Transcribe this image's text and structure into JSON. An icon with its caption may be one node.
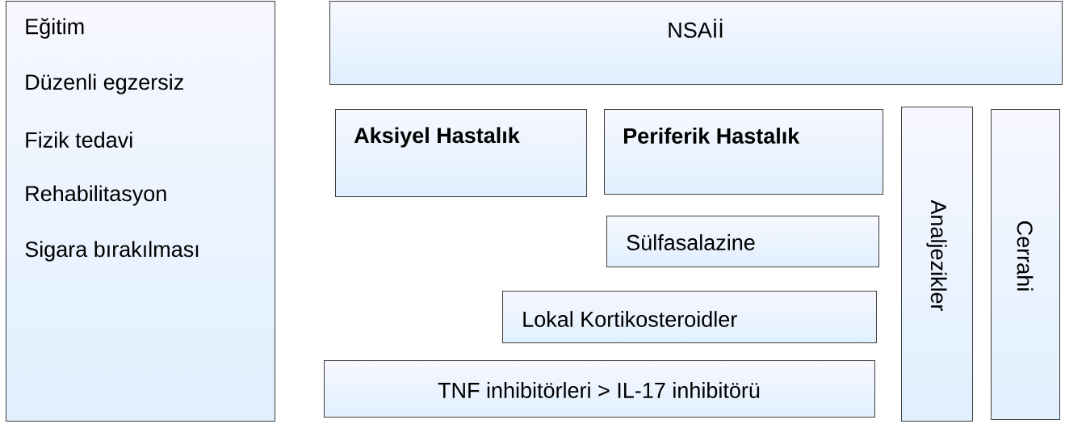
{
  "diagram": {
    "nodes": [
      {
        "text": [
          "Eğitim",
          "Düzenli egzersiz",
          "Fizik tedavi",
          "Rehabilitasyon",
          "Sigara bırakılması"
        ]
      },
      {
        "text": [
          "NSAİİ"
        ]
      },
      {
        "text": [
          "Aksiyel Hastalık"
        ]
      },
      {
        "text": [
          "Periferik Hastalık"
        ]
      },
      {
        "text": [
          "Sülfasalazine"
        ]
      },
      {
        "text": [
          "Lokal Kortikosteroidler"
        ]
      },
      {
        "text": [
          "TNF inhibitörleri > IL-17 inhibitörü"
        ]
      },
      {
        "text": [
          "Analjezikler"
        ]
      },
      {
        "text": [
          "Cerrahi"
        ]
      }
    ]
  }
}
